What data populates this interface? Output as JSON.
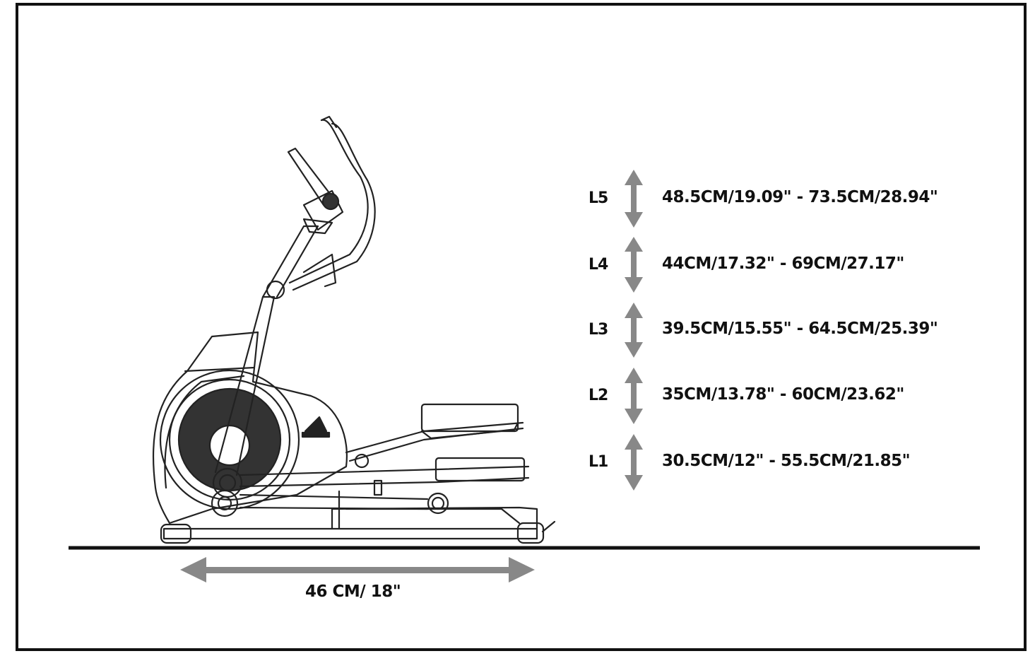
{
  "stride_length": "46 CM/ 18\"",
  "levels": [
    {
      "label": "L5",
      "range": "48.5CM/19.09\" - 73.5CM/28.94\""
    },
    {
      "label": "L4",
      "range": "44CM/17.32\" - 69CM/27.17\""
    },
    {
      "label": "L3",
      "range": "39.5CM/15.55\" - 64.5CM/25.39\""
    },
    {
      "label": "L2",
      "range": "35CM/13.78\" - 60CM/23.62\""
    },
    {
      "label": "L1",
      "range": "30.5CM/12\" - 55.5CM/21.85\""
    }
  ],
  "colors": {
    "line": "#111111",
    "arrow": "#888888",
    "background": "#ffffff"
  },
  "icons": {
    "machine": "elliptical-trainer-icon",
    "arrows": "double-arrow-icon"
  }
}
